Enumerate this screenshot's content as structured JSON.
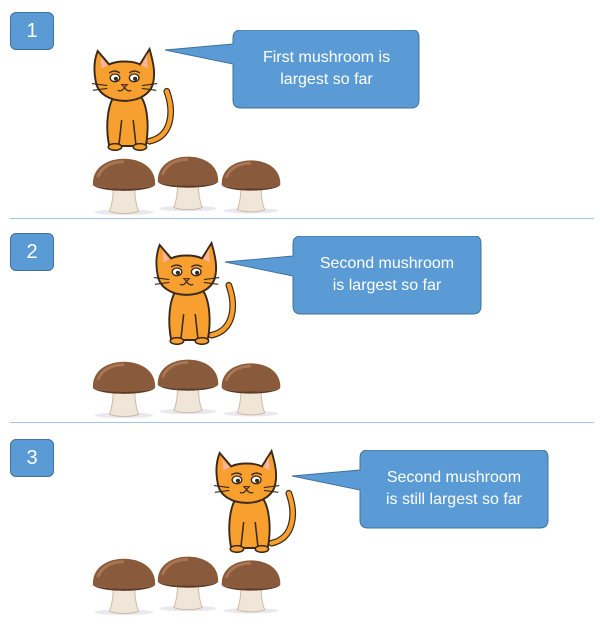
{
  "steps": [
    {
      "number": "1",
      "caption_line1": "First mushroom is",
      "caption_line2": "largest so far",
      "highlight_mushroom": 1
    },
    {
      "number": "2",
      "caption_line1": "Second mushroom",
      "caption_line2": "is largest so far",
      "highlight_mushroom": 2
    },
    {
      "number": "3",
      "caption_line1": "Second mushroom",
      "caption_line2": "is still largest so far",
      "highlight_mushroom": 3
    }
  ],
  "colors": {
    "badge": "#5b9bd5",
    "bubble": "#5b9bd5",
    "cat": "#f7a030",
    "mushroom_cap": "#8a5a3c",
    "divider": "#9dc3e6"
  },
  "icons": {
    "cat": "cat-icon",
    "mushroom": "mushroom-icon"
  }
}
